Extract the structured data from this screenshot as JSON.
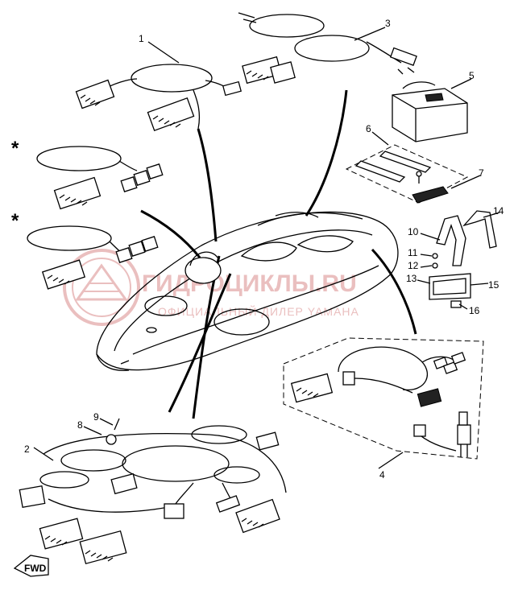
{
  "callouts": {
    "c1": "1",
    "c2": "2",
    "c3": "3",
    "c4": "4",
    "c5": "5",
    "c6": "6",
    "c7": "7",
    "c8": "8",
    "c9": "9",
    "c10": "10",
    "c11": "11",
    "c12": "12",
    "c13": "13",
    "c14": "14",
    "c15": "15",
    "c16": "16"
  },
  "asterisks": {
    "a1": "*",
    "a2": "*"
  },
  "direction_label": "FWD",
  "watermark": {
    "title": "ГИДРОЦИКЛЫ.RU",
    "subtitle": "ОФИЦИАЛЬНЫЙ ДИЛЕР YAMAHA"
  },
  "colors": {
    "line": "#000000",
    "watermark": "#e7b4b4",
    "background": "#ffffff"
  }
}
